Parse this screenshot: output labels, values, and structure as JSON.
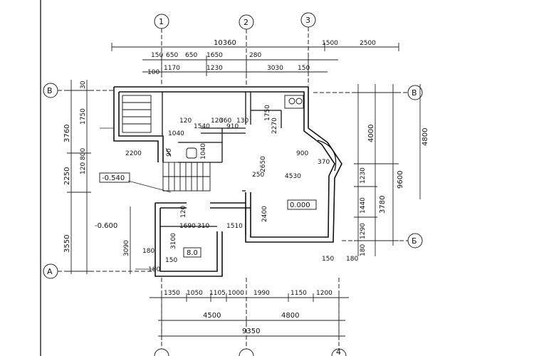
{
  "grid_labels": {
    "col1": "1",
    "col2": "2",
    "col3": "3",
    "col4": "4",
    "rowB_left": "В",
    "rowB_right": "В",
    "rowB2_right": "Б",
    "rowA_left": "А"
  },
  "top_dims": {
    "overall": "10360",
    "right": "2500",
    "right_small": "1500",
    "d150": "150",
    "d650": "650",
    "d650b": "650",
    "d280": "280",
    "d100": "100",
    "d1170": "1170",
    "d1230": "1230",
    "d3030": "3030",
    "d150b": "150",
    "d1650": "1650"
  },
  "left_dims": {
    "d3760": "3760",
    "d2250": "2250",
    "d3550": "3550",
    "d3090": "3090",
    "d1750": "1750",
    "d800": "800",
    "d180": "180",
    "d120": "120",
    "d30": "30"
  },
  "right_dims": {
    "d4000": "4000",
    "d4800": "4800",
    "d9600": "9600",
    "d3780": "3780",
    "d1230": "1230",
    "d1440": "1440",
    "d1290": "1290",
    "d180": "180",
    "d150": "150",
    "d180b": "180"
  },
  "bottom_dims": {
    "d1350": "1350",
    "d1050": "1050",
    "d1105": "1105",
    "d1000": "1000",
    "d1990": "1990",
    "d1150": "1150",
    "d1200": "1200",
    "d4500": "4500",
    "d4800": "4800",
    "overall": "9350"
  },
  "interior_dims": {
    "d120a": "120",
    "d1540": "1540",
    "d120b": "120",
    "d360": "360",
    "d910": "910",
    "d130": "130",
    "d1040": "1040",
    "d2270": "2270",
    "d1750": "1750",
    "d2200": "2200",
    "d2650": "2650",
    "d250": "250",
    "d4530": "4530",
    "d900": "900",
    "d370": "370",
    "d2400": "2400",
    "d120c": "120",
    "d1690": "1690",
    "d310": "310",
    "d1510": "1510",
    "d3100": "3100",
    "d150": "150",
    "d180": "180",
    "d90": "90",
    "d1040b": "1040"
  },
  "levels": {
    "lvl_a": "-0.540",
    "lvl_b": "-0.600",
    "lvl_c": "0.000",
    "lvl_d": "8.0"
  }
}
